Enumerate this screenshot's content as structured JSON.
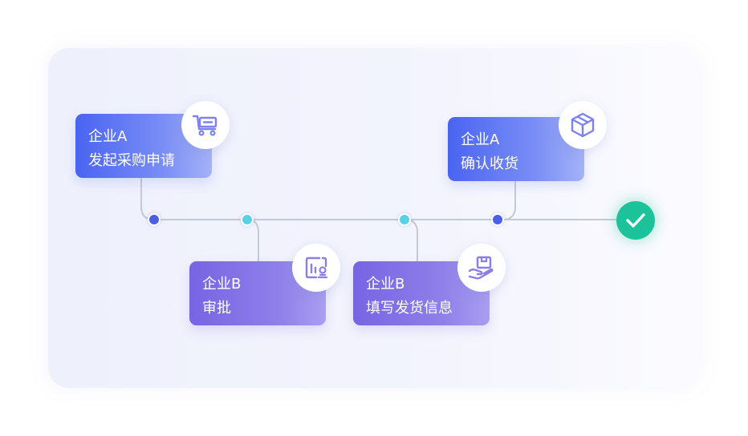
{
  "steps": [
    {
      "company": "企业A",
      "action": "发起采购申请",
      "icon": "shopping-cart-icon"
    },
    {
      "company": "企业B",
      "action": "审批",
      "icon": "approval-chart-icon"
    },
    {
      "company": "企业B",
      "action": "填写发货信息",
      "icon": "hand-package-icon"
    },
    {
      "company": "企业A",
      "action": "确认收货",
      "icon": "package-box-icon"
    }
  ],
  "end_icon": "checkmark-icon",
  "colors": {
    "company_a_card": "#4a64f2",
    "company_b_card": "#7764e3",
    "timeline_dot_a": "#4a5ee8",
    "timeline_dot_b": "#5ad0e4",
    "complete": "#1cc39a",
    "line": "#c4c9d6"
  }
}
